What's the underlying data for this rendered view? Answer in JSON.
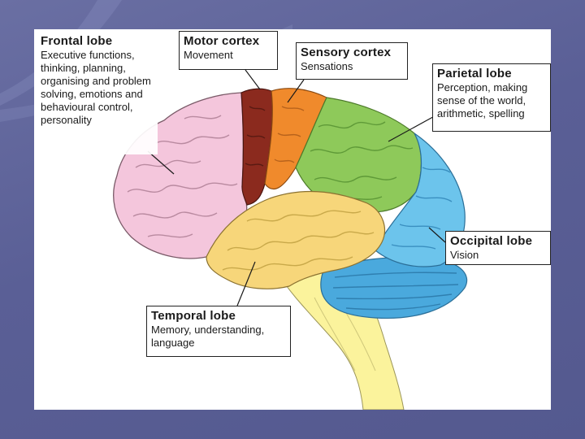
{
  "diagram": {
    "labels": [
      {
        "key": "frontal",
        "title": "Frontal lobe",
        "description": "Executive functions, thinking, planning, organising and problem solving, emotions and behavioural control, personality"
      },
      {
        "key": "motor",
        "title": "Motor cortex",
        "description": "Movement"
      },
      {
        "key": "sensory",
        "title": "Sensory cortex",
        "description": "Sensations"
      },
      {
        "key": "parietal",
        "title": "Parietal lobe",
        "description": "Perception, making sense of the world, arithmetic, spelling"
      },
      {
        "key": "occipital",
        "title": "Occipital lobe",
        "description": "Vision"
      },
      {
        "key": "temporal",
        "title": "Temporal lobe",
        "description": "Memory, understanding, language"
      }
    ]
  },
  "colors": {
    "frontal": "#f4c6dc",
    "motor": "#8b2a1e",
    "sensory": "#f08a2c",
    "parietal": "#8ec95a",
    "temporal": "#f7d67a",
    "occipital": "#6cc4ec",
    "cerebellum": "#4aa9dd",
    "brainstem": "#fbf39c",
    "slide_background": "#5a5f96"
  }
}
